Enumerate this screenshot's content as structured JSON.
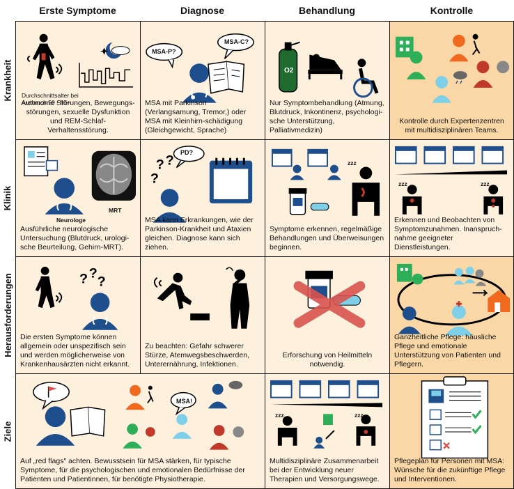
{
  "columns": [
    "Erste Symptome",
    "Diagnose",
    "Behandlung",
    "Kontrolle"
  ],
  "rows": [
    "Krankheit",
    "Klinik",
    "Herausforderungen",
    "Ziele"
  ],
  "cells": {
    "r1c1": {
      "text": "Autonome Störungen, Bewegungs-störungen, sexuelle Dysfunktion und REM-Schlaf-Verhaltensstörung.",
      "age_line1": "Durchschnittsalter bei",
      "age_line2": "Ausbruch 50 - 60+"
    },
    "r1c2": {
      "text": "MSA mit Parkinson (Verlangsamung, Tremor,) oder MSA mit Kleinhirn-schädigung (Gleichgewicht, Sprache)",
      "bubble1": "MSA-P?",
      "bubble2": "MSA-C?"
    },
    "r1c3": {
      "text": "Nur Symptombehandlung (Atmung, Blutdruck, Inkontinenz, psychologi-sche Unterstützung, Palliativmedizin)",
      "o2": "O2"
    },
    "r1c4": {
      "text": "Kontrolle durch Expertenzentren mit multidisziplinären Teams."
    },
    "r2c1": {
      "text": "Ausführliche neurologische Untersuchung (Blutdruck, urologi-sche Beurteilung, Gehirn-MRT).",
      "neurologe": "Neurologe",
      "mrt": "MRT"
    },
    "r2c2": {
      "text": "MSA kann Erkrankungen, wie der Parkinson-Krankheit und Ataxien gleichen. Diagnose kann sich ziehen.",
      "bubble": "PD?"
    },
    "r2c3": {
      "text": "Symptome erkennen, regelmäßige Behandlungen und Überweisungen beginnen.",
      "zzz": "zzz"
    },
    "r2c4": {
      "text": "Erkennen und Beobachten von Symptomzunahmen. Inanspruch-nahme geeigneter Dienstleistungen.",
      "zzz": "zzz"
    },
    "r3c1": {
      "text": "Die ersten Symptome können allgemein oder unspezifisch sein und werden möglicherweise von Krankenhausärzten nicht erkannt."
    },
    "r3c2": {
      "text": "Zu beachten: Gefahr schwerer Stürze, Atemwegsbeschwerden, Unterernährung, Infektionen."
    },
    "r3c3": {
      "text": "Erforschung von Heilmitteln notwendig."
    },
    "r3c4": {
      "text": "Ganzheitliche Pflege: häusliche Pflege und emotionale Unterstützung von Patienten und Pflegern."
    },
    "r4c1": {
      "text": "Auf „red flags\" achten. Bewusstsein für MSA stärken, für typische Symptome, für die psychologischen und emotionalen Bedürfnisse der Patienten und Patientinnen, für benötigte Physiotherapie.",
      "bubble": "MSA!"
    },
    "r4c3": {
      "text": "Multidisziplinäre Zusammenarbeit bei der Entwicklung neuer Therapien und Versorgungswege.",
      "zzz": "zzz"
    },
    "r4c4": {
      "text": "Pflegeplan für Personen mit MSA: Wünsche für die zukünftige Pflege und Interventionen."
    }
  },
  "colors": {
    "pale": "#fdf0dd",
    "deep": "#f9d7a7",
    "navy": "#1f4e8c",
    "orange": "#ef6a1f",
    "green": "#2fae5a",
    "teal": "#7ecfe8",
    "red": "#d9534f",
    "blood": "#c0392b"
  }
}
